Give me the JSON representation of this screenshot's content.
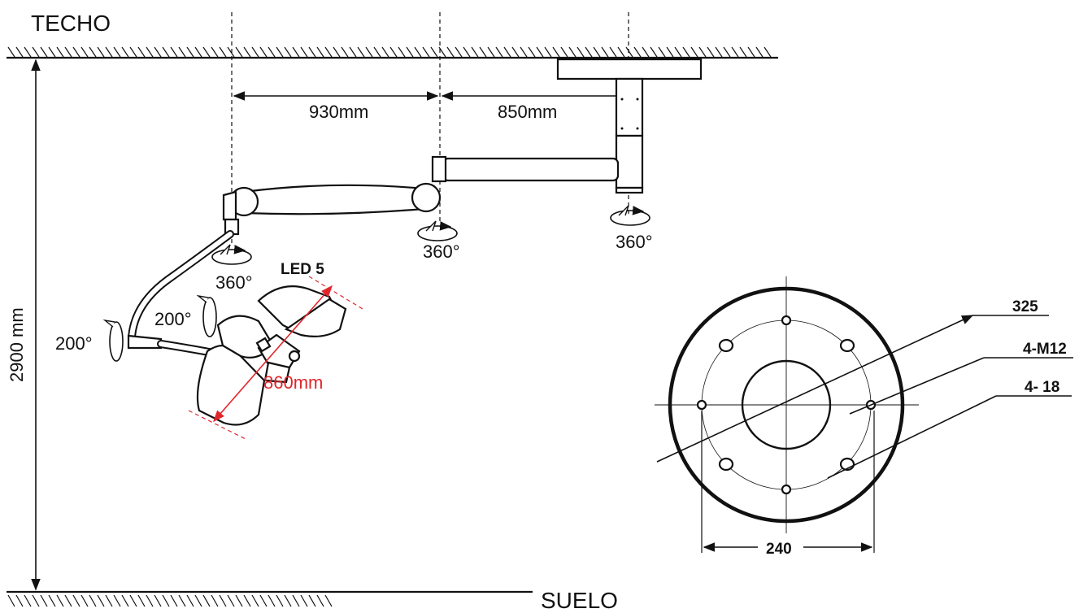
{
  "labels": {
    "ceiling": "TECHO",
    "floor": "SUELO",
    "height": "2900 mm",
    "arm_span_1": "930mm",
    "arm_span_2": "850mm",
    "rot_main": "360°",
    "rot_mid": "360°",
    "rot_end": "360°",
    "tilt_1": "200°",
    "tilt_2": "200°",
    "lamp_model": "LED 5",
    "lamp_diameter": "860mm"
  },
  "flange": {
    "outer_diameter": "325",
    "thread_holes": "4-M12",
    "mount_holes": "4- 18",
    "hole_spacing": "240"
  },
  "colors": {
    "line": "#111111",
    "accent": "#e0262b"
  }
}
